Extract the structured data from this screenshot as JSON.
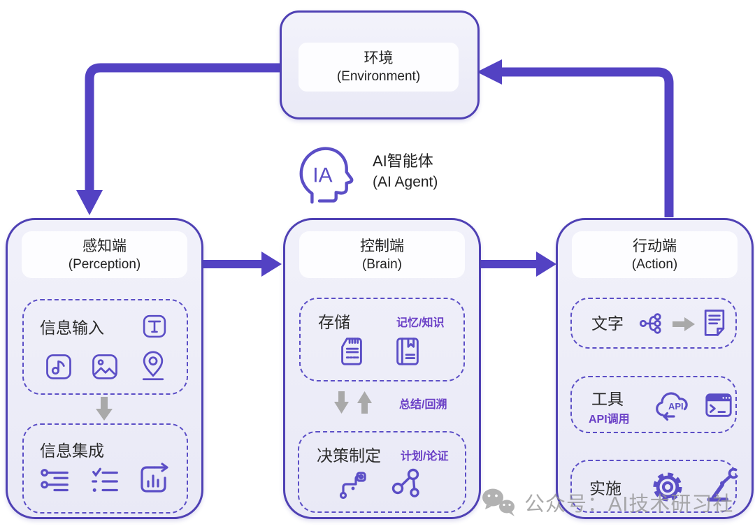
{
  "colors": {
    "purple_border": "#4f41b4",
    "purple_arrow": "#5342c3",
    "purple_icon": "#5b4ec6",
    "purple_tag_text": "#6a3fc6",
    "box_fill": "#ededf8",
    "header_fill": "#fdfdff",
    "gray_arrow": "#a9a9a9",
    "watermark_gray": "#969696",
    "text_dark": "#2b2b2b"
  },
  "environment": {
    "title_zh": "环境",
    "title_en": "(Environment)"
  },
  "agent": {
    "icon_text": "IA",
    "title_zh": "AI智能体",
    "title_en": "(AI Agent)"
  },
  "perception": {
    "title_zh": "感知端",
    "title_en": "(Perception)",
    "input_label": "信息输入",
    "integration_label": "信息集成",
    "input_icons": [
      "text-type-icon",
      "music-icon",
      "image-icon",
      "location-pin-icon"
    ],
    "integration_icons": [
      "filter-sliders-icon",
      "checklist-icon",
      "chart-report-icon"
    ]
  },
  "brain": {
    "title_zh": "控制端",
    "title_en": "(Brain)",
    "storage_label": "存储",
    "storage_tag": "记忆/知识",
    "exchange_tag": "总结/回溯",
    "decision_label": "决策制定",
    "decision_tag": "计划/论证",
    "storage_icons": [
      "memory-card-icon",
      "knowledge-book-icon"
    ],
    "decision_icons": [
      "flow-path-icon",
      "linked-nodes-icon"
    ]
  },
  "action": {
    "title_zh": "行动端",
    "title_en": "(Action)",
    "text_label": "文字",
    "tools_label": "工具",
    "tools_tag": "API调用",
    "implement_label": "实施",
    "api_badge": "API",
    "text_icons": [
      "branch-tree-icon",
      "document-icon"
    ],
    "tools_icons": [
      "api-cloud-icon",
      "terminal-icon"
    ],
    "implement_icons": [
      "gear-icon",
      "robot-arm-icon"
    ]
  },
  "watermark": {
    "text": "公众号：AI技术研习社"
  }
}
